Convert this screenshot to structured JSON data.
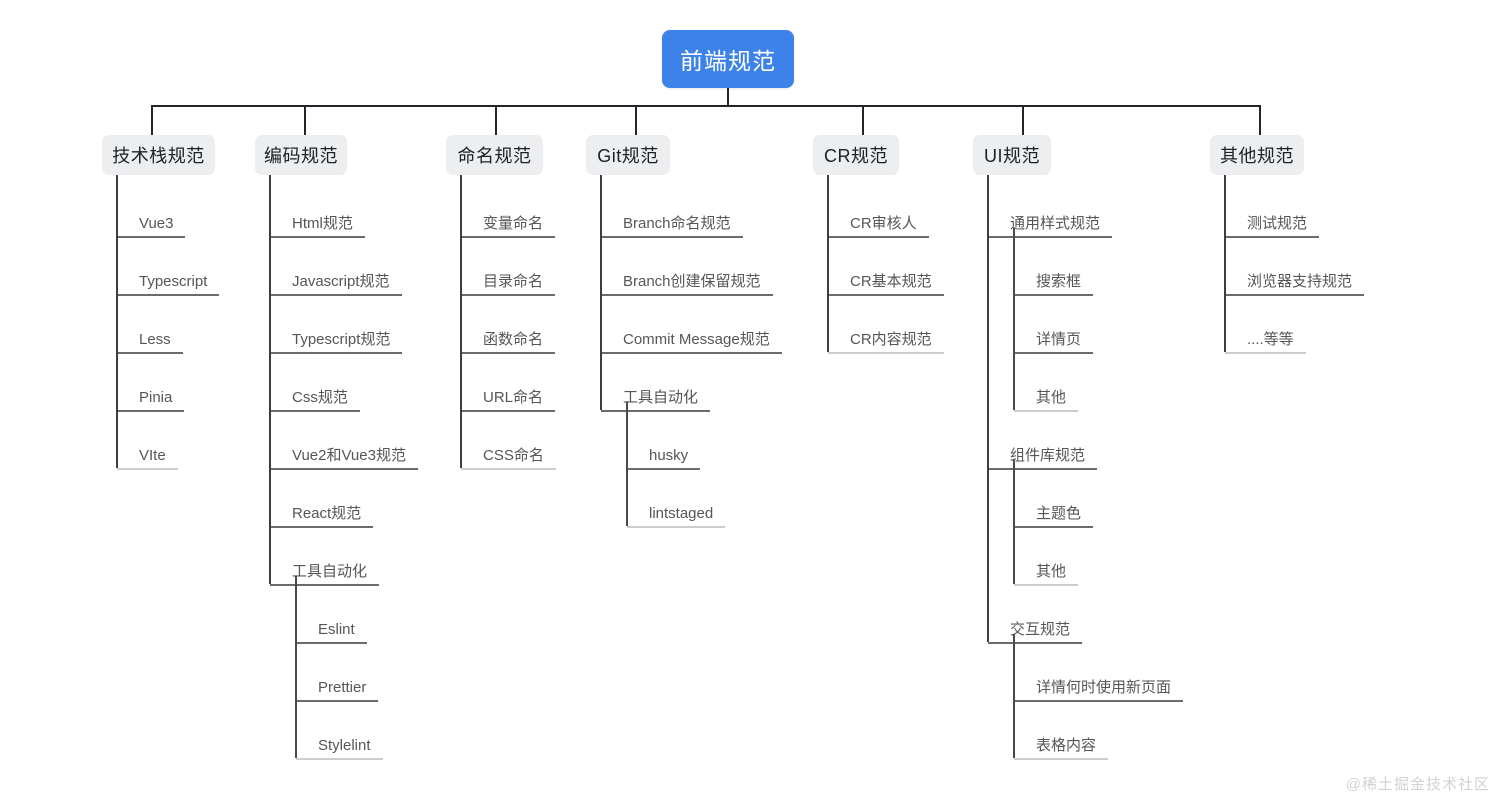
{
  "diagram": {
    "type": "tree-mindmap",
    "title": "前端规范",
    "root": {
      "label": "前端规范",
      "color": "#3c82e8",
      "text_color": "#ffffff"
    },
    "node_color": "#eceef0",
    "line_color": "#22262b",
    "leaf_text_color": "#56555a",
    "branches": [
      {
        "label": "技术栈规范",
        "children": [
          {
            "label": "Vue3"
          },
          {
            "label": "Typescript"
          },
          {
            "label": "Less"
          },
          {
            "label": "Pinia"
          },
          {
            "label": "VIte"
          }
        ]
      },
      {
        "label": "编码规范",
        "children": [
          {
            "label": "Html规范"
          },
          {
            "label": "Javascript规范"
          },
          {
            "label": "Typescript规范"
          },
          {
            "label": "Css规范"
          },
          {
            "label": "Vue2和Vue3规范"
          },
          {
            "label": "React规范"
          },
          {
            "label": "工具自动化",
            "children": [
              {
                "label": "Eslint"
              },
              {
                "label": "Prettier"
              },
              {
                "label": "Stylelint"
              }
            ]
          }
        ]
      },
      {
        "label": "命名规范",
        "children": [
          {
            "label": "变量命名"
          },
          {
            "label": "目录命名"
          },
          {
            "label": "函数命名"
          },
          {
            "label": "URL命名"
          },
          {
            "label": "CSS命名"
          }
        ]
      },
      {
        "label": "Git规范",
        "children": [
          {
            "label": "Branch命名规范"
          },
          {
            "label": "Branch创建保留规范"
          },
          {
            "label": "Commit Message规范"
          },
          {
            "label": "工具自动化",
            "children": [
              {
                "label": "husky"
              },
              {
                "label": "lintstaged"
              }
            ]
          }
        ]
      },
      {
        "label": "CR规范",
        "children": [
          {
            "label": "CR审核人"
          },
          {
            "label": "CR基本规范"
          },
          {
            "label": "CR内容规范"
          }
        ]
      },
      {
        "label": "UI规范",
        "children": [
          {
            "label": "通用样式规范",
            "children": [
              {
                "label": "搜索框"
              },
              {
                "label": "详情页"
              },
              {
                "label": "其他"
              }
            ]
          },
          {
            "label": "组件库规范",
            "children": [
              {
                "label": "主题色"
              },
              {
                "label": "其他"
              }
            ]
          },
          {
            "label": "交互规范",
            "children": [
              {
                "label": "详情何时使用新页面"
              },
              {
                "label": "表格内容"
              }
            ]
          }
        ]
      },
      {
        "label": "其他规范",
        "children": [
          {
            "label": "测试规范"
          },
          {
            "label": "浏览器支持规范"
          },
          {
            "label": "....等等"
          }
        ]
      }
    ]
  },
  "watermark": {
    "text": "@稀土掘金技术社区"
  }
}
